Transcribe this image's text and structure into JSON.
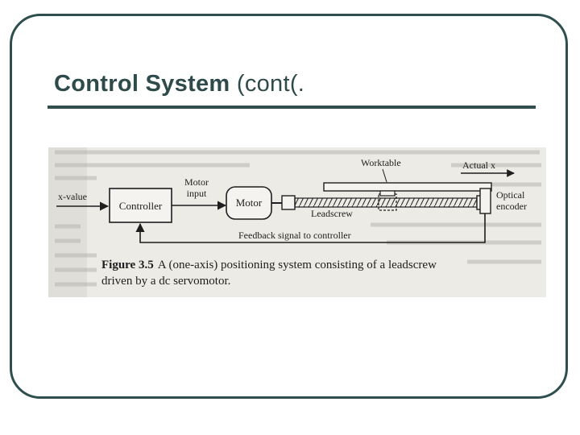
{
  "slide": {
    "title_bold": "Control System",
    "title_rest": " (cont(.",
    "colors": {
      "frame": "#2f4f4f",
      "title": "#2e4a4a",
      "paper": "#ecebe6",
      "ink": "#1e1e1e"
    }
  },
  "figure": {
    "labels": {
      "worktable": "Worktable",
      "actual_x": "Actual x",
      "motor_input_line1": "Motor",
      "motor_input_line2": "input",
      "x_value": "x-value",
      "controller": "Controller",
      "motor": "Motor",
      "leadscrew": "Leadscrew",
      "optical_line1": "Optical",
      "optical_line2": "encoder",
      "feedback": "Feedback signal to controller"
    },
    "caption": {
      "number": "Figure 3.5",
      "line1_text": "A (one-axis) positioning system consisting of a leadscrew",
      "line2_text": "driven by a dc servomotor."
    }
  }
}
